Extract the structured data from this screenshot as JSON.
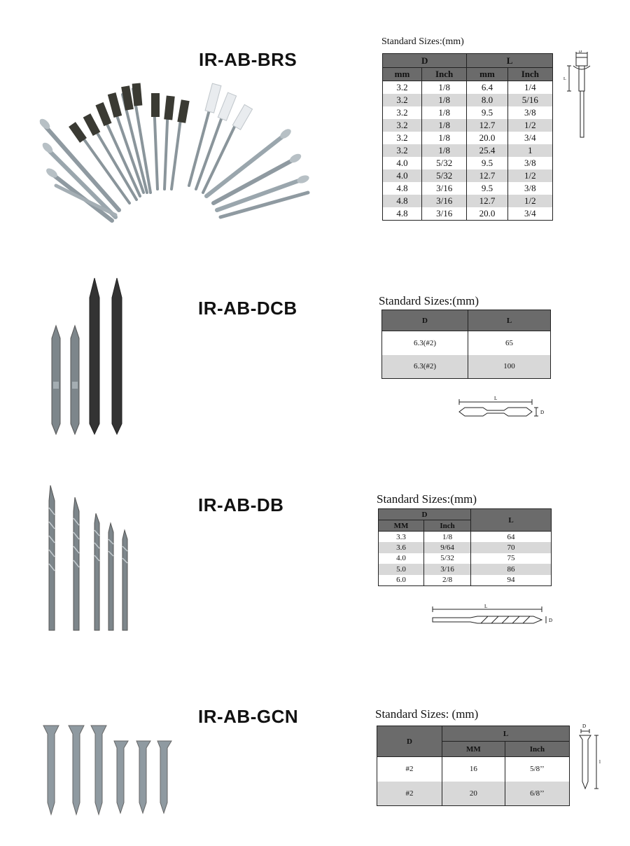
{
  "products": [
    {
      "code": "IR-AB-BRS",
      "standard_sizes_label": "Standard Sizes:(mm)",
      "headers": {
        "D": "D",
        "L": "L",
        "mm": "mm",
        "inch": "Inch"
      },
      "rows": [
        [
          "3.2",
          "1/8",
          "6.4",
          "1/4"
        ],
        [
          "3.2",
          "1/8",
          "8.0",
          "5/16"
        ],
        [
          "3.2",
          "1/8",
          "9.5",
          "3/8"
        ],
        [
          "3.2",
          "1/8",
          "12.7",
          "1/2"
        ],
        [
          "3.2",
          "1/8",
          "20.0",
          "3/4"
        ],
        [
          "3.2",
          "1/8",
          "25.4",
          "1"
        ],
        [
          "4.0",
          "5/32",
          "9.5",
          "3/8"
        ],
        [
          "4.0",
          "5/32",
          "12.7",
          "1/2"
        ],
        [
          "4.8",
          "3/16",
          "9.5",
          "3/8"
        ],
        [
          "4.8",
          "3/16",
          "12.7",
          "1/2"
        ],
        [
          "4.8",
          "3/16",
          "20.0",
          "3/4"
        ]
      ],
      "diagram_labels": {
        "D": "D",
        "L": "L"
      }
    },
    {
      "code": "IR-AB-DCB",
      "standard_sizes_label": "Standard Sizes:(mm)",
      "headers": {
        "D": "D",
        "L": "L"
      },
      "rows": [
        [
          "6.3(#2)",
          "65"
        ],
        [
          "6.3(#2)",
          "100"
        ]
      ],
      "diagram_labels": {
        "D": "D",
        "L": "L"
      }
    },
    {
      "code": "IR-AB-DB",
      "standard_sizes_label": "Standard Sizes:(mm)",
      "headers": {
        "D": "D",
        "L": "L",
        "mm": "MM",
        "inch": "Inch"
      },
      "rows": [
        [
          "3.3",
          "1/8",
          "64"
        ],
        [
          "3.6",
          "9/64",
          "70"
        ],
        [
          "4.0",
          "5/32",
          "75"
        ],
        [
          "5.0",
          "3/16",
          "86"
        ],
        [
          "6.0",
          "2/8",
          "94"
        ]
      ],
      "diagram_labels": {
        "D": "D",
        "L": "L"
      }
    },
    {
      "code": "IR-AB-GCN",
      "standard_sizes_label": "Standard Sizes: (mm)",
      "headers": {
        "D": "D",
        "L": "L",
        "mm": "MM",
        "inch": "Inch"
      },
      "rows": [
        [
          "#2",
          "16",
          "5/8’’"
        ],
        [
          "#2",
          "20",
          "6/8’’"
        ]
      ],
      "diagram_labels": {
        "D": "D",
        "L": "l"
      }
    }
  ],
  "colors": {
    "header_bg": "#6b6b6b",
    "alt_row": "#d8d8d8",
    "steel": "#9aa6ad",
    "dark_steel": "#3a3a33",
    "white_rivet": "#e9ecef"
  }
}
